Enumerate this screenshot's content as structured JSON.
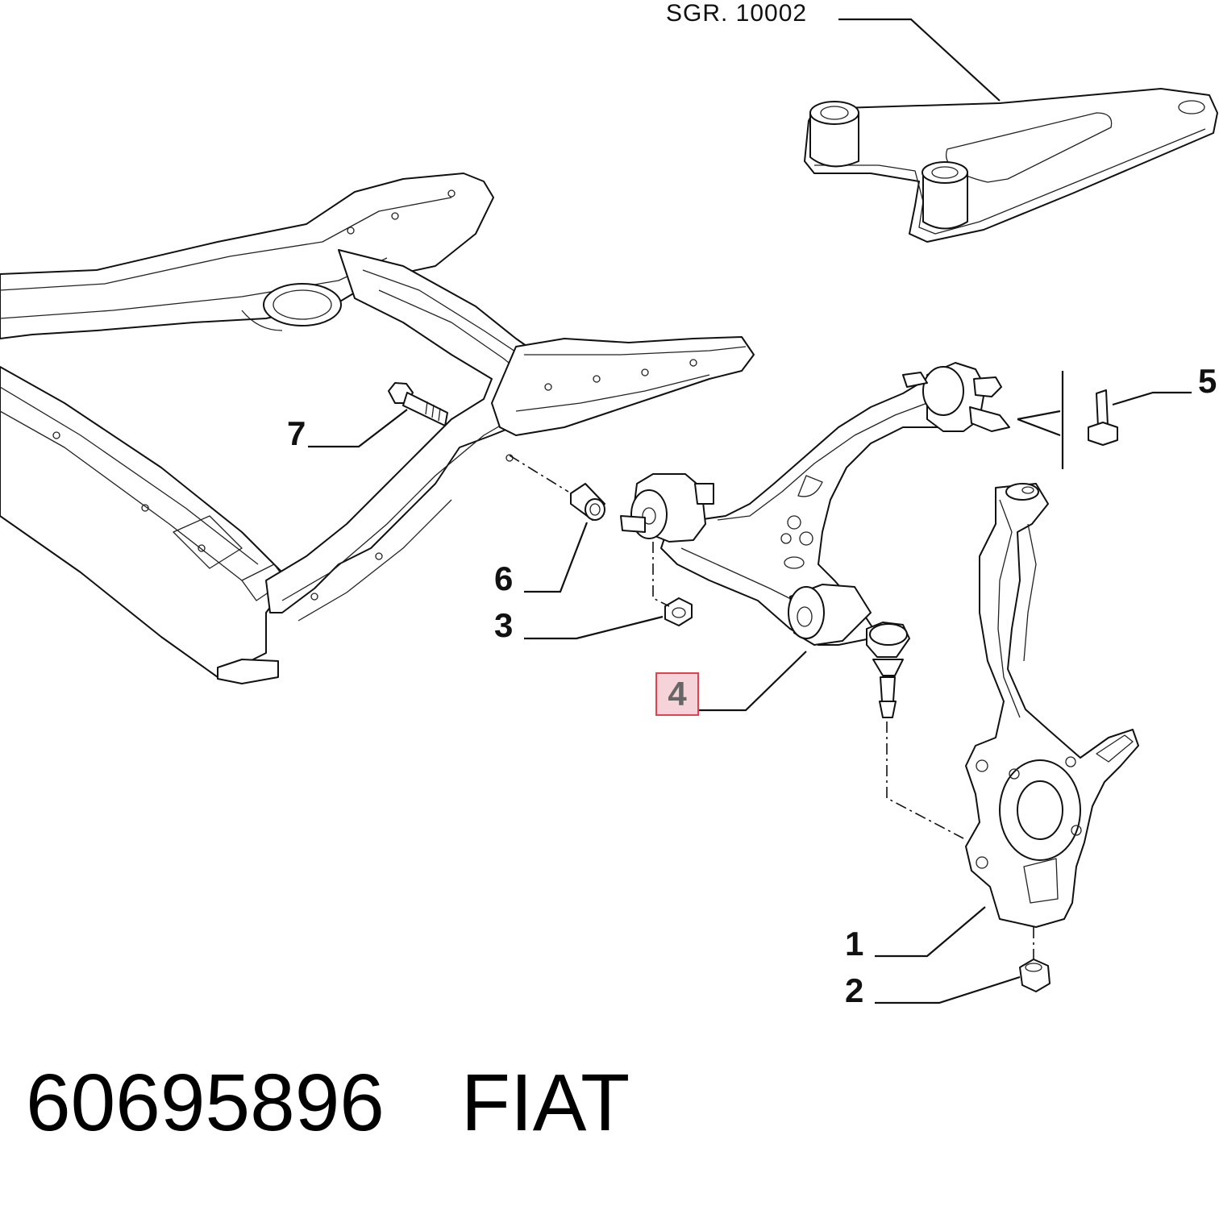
{
  "reference": {
    "label": "SGR. 10002"
  },
  "callouts": {
    "c1": "1",
    "c2": "2",
    "c3": "3",
    "c4": "4",
    "c5": "5",
    "c6": "6",
    "c7": "7"
  },
  "footer": {
    "part_number": "60695896",
    "brand": "FIAT"
  },
  "colors": {
    "highlight_border": "#e0424f",
    "highlight_fill": "#f6d3d8"
  }
}
